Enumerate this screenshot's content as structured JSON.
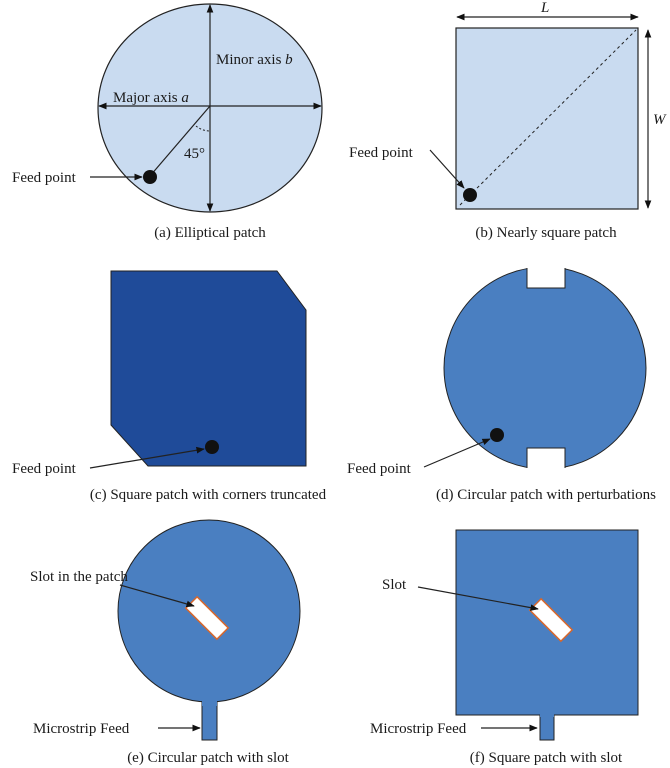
{
  "panels": {
    "a": {
      "caption": "(a) Elliptical patch",
      "minor_axis_label": "Minor axis ",
      "minor_axis_var": "b",
      "major_axis_label": "Major axis ",
      "major_axis_var": "a",
      "angle_label": "45°",
      "feed_label": "Feed point"
    },
    "b": {
      "caption": "(b) Nearly square patch",
      "length_var": "L",
      "width_var": "W",
      "feed_label": "Feed point"
    },
    "c": {
      "caption": "(c) Square patch with corners truncated",
      "feed_label": "Feed point"
    },
    "d": {
      "caption": "(d) Circular patch with perturbations",
      "feed_label": "Feed point"
    },
    "e": {
      "caption": "(e) Circular patch with slot",
      "slot_label": "Slot in the patch",
      "feed_label": "Microstrip Feed"
    },
    "f": {
      "caption": "(f) Square patch with slot",
      "slot_label": "Slot",
      "feed_label": "Microstrip Feed"
    }
  },
  "colors": {
    "light_patch": "#c9dbf0",
    "mid_patch": "#4a7fc1",
    "dark_patch": "#1f4b99",
    "slot_border": "#d9672b"
  }
}
